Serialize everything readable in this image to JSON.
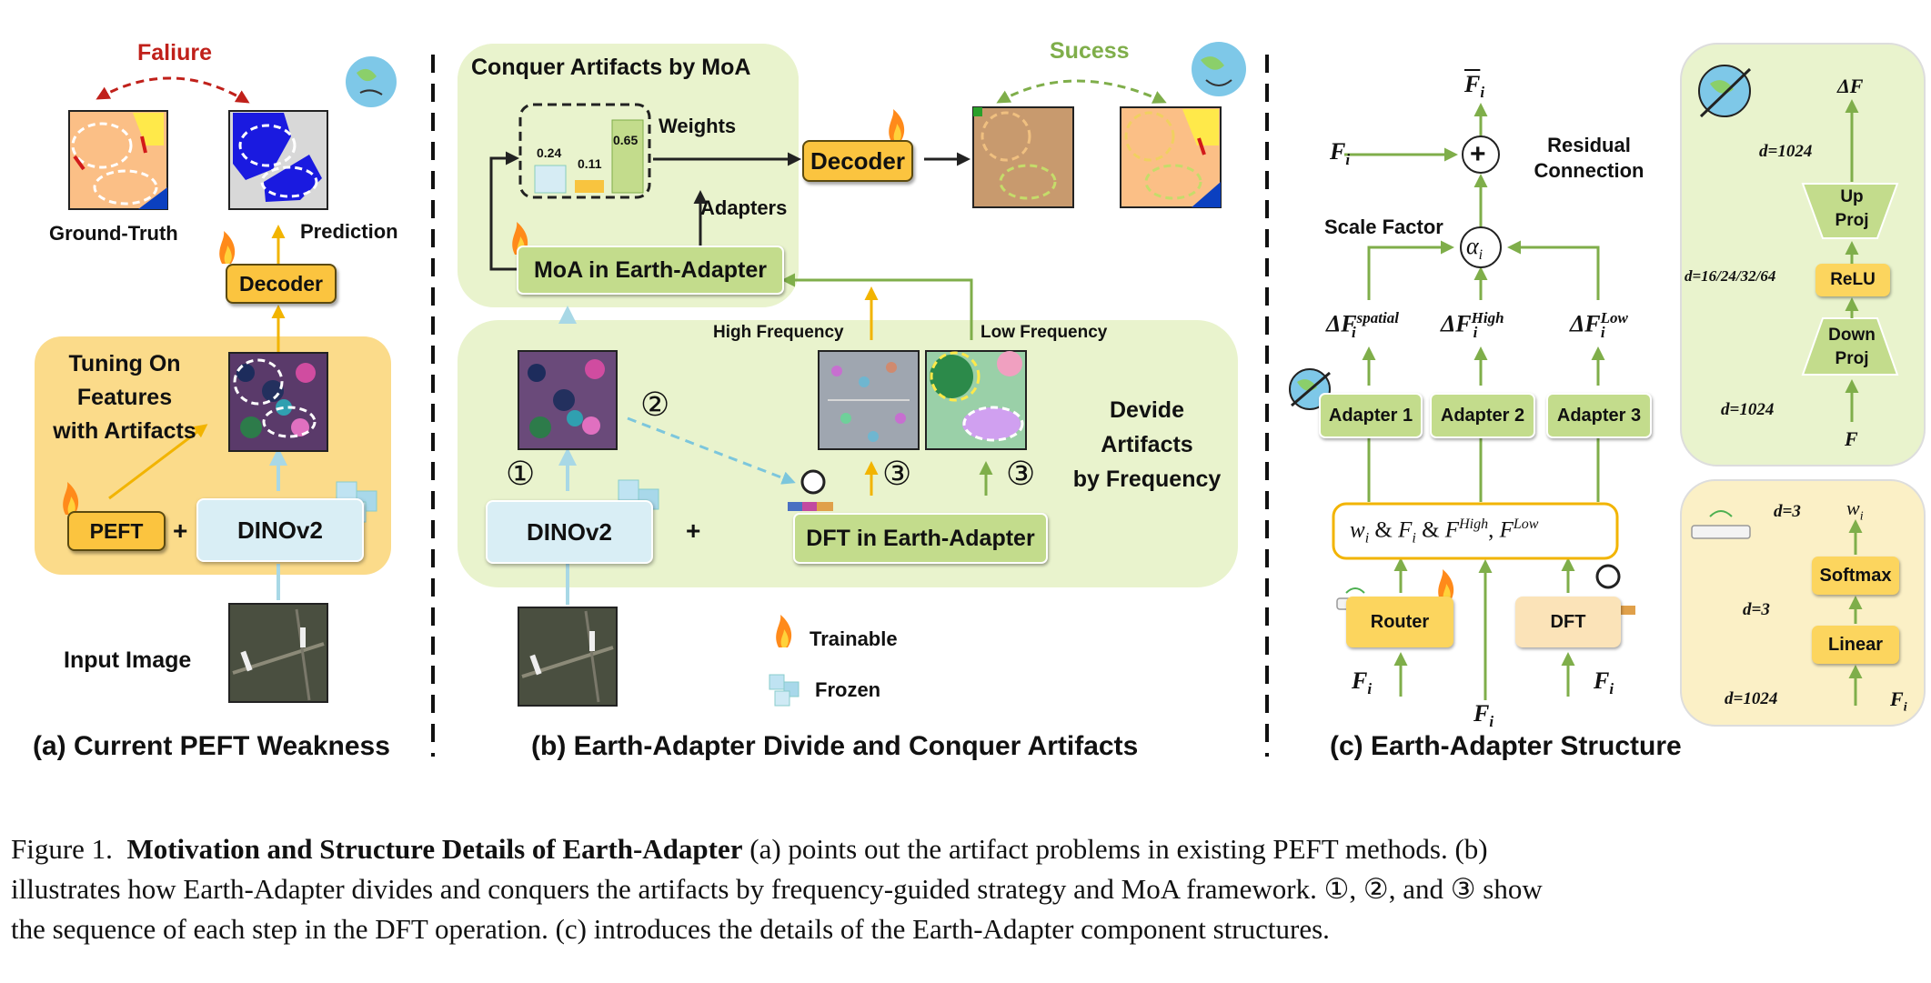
{
  "panel_a": {
    "failure_label": "Faliure",
    "ground_truth_label": "Ground-Truth",
    "prediction_label": "Prediction",
    "decoder_label": "Decoder",
    "tuning_label_line1": "Tuning On",
    "tuning_label_line2": "Features",
    "tuning_label_line3": "with Artifacts",
    "peft_label": "PEFT",
    "plus": "+",
    "dinov2_label": "DINOv2",
    "input_image_label": "Input Image",
    "title": "(a) Current PEFT Weakness"
  },
  "panel_b": {
    "conquer_title": "Conquer Artifacts by MoA",
    "success_label": "Sucess",
    "weights_label": "Weights",
    "weight_values": [
      "0.24",
      "0.11",
      "0.65"
    ],
    "decoder_label": "Decoder",
    "adapters_label": "Adapters",
    "moa_label": "MoA in Earth-Adapter",
    "high_freq_label": "High Frequency",
    "low_freq_label": "Low Frequency",
    "step1": "①",
    "step2": "②",
    "step3a": "③",
    "step3b": "③",
    "divide_line1": "Devide",
    "divide_line2": "Artifacts",
    "divide_line3": "by Frequency",
    "dinov2_label": "DINOv2",
    "plus": "+",
    "dft_label": "DFT in Earth-Adapter",
    "trainable_label": "Trainable",
    "frozen_label": "Frozen",
    "title": "(b) Earth-Adapter Divide and Conquer Artifacts"
  },
  "panel_c": {
    "fi_bar": "F",
    "fi_bar_sub": "i",
    "fi_left": "F",
    "fi_left_sub": "i",
    "plus_circle": "+",
    "residual_line1": "Residual",
    "residual_line2": "Connection",
    "scale_factor_label": "Scale Factor",
    "alpha": "α",
    "alpha_sub": "i",
    "delta_spatial": "ΔF",
    "delta_spatial_sup": "spatial",
    "delta_high": "ΔF",
    "delta_high_sup": "High",
    "delta_low": "ΔF",
    "delta_low_sup": "Low",
    "delta_sub": "i",
    "adapter1": "Adapter 1",
    "adapter2": "Adapter 2",
    "adapter3": "Adapter 3",
    "inputs_w": "w",
    "inputs_f": "F",
    "inputs_amp": "&",
    "inputs_comma": ",",
    "inputs_high": "High",
    "inputs_low": "Low",
    "router_label": "Router",
    "dft_label": "DFT",
    "f_router": "F",
    "f_center": "F",
    "f_dft": "F",
    "title": "(c) Earth-Adapter Structure",
    "adapter_detail": {
      "delta_f": "ΔF",
      "d1024_top": "d=1024",
      "up_proj_line1": "Up",
      "up_proj_line2": "Proj",
      "d_range": "d=16/24/32/64",
      "relu": "ReLU",
      "down_proj_line1": "Down",
      "down_proj_line2": "Proj",
      "d1024_bottom": "d=1024",
      "f_in": "F"
    },
    "router_detail": {
      "d3_top": "d=3",
      "wi": "w",
      "softmax": "Softmax",
      "d3_mid": "d=3",
      "linear": "Linear",
      "d1024": "d=1024",
      "fi": "F"
    }
  },
  "caption": {
    "figure_label": "Figure 1.",
    "bold_title": "Motivation and Structure Details of Earth-Adapter",
    "line1_rest": "(a) points out the artifact problems in existing PEFT methods. (b)",
    "line2": "illustrates how Earth-Adapter divides and conquers the artifacts by frequency-guided strategy and MoA framework. ①, ②, and ③ show",
    "line3": "the sequence of each step in the DFT operation. (c) introduces the details of the Earth-Adapter component structures."
  }
}
